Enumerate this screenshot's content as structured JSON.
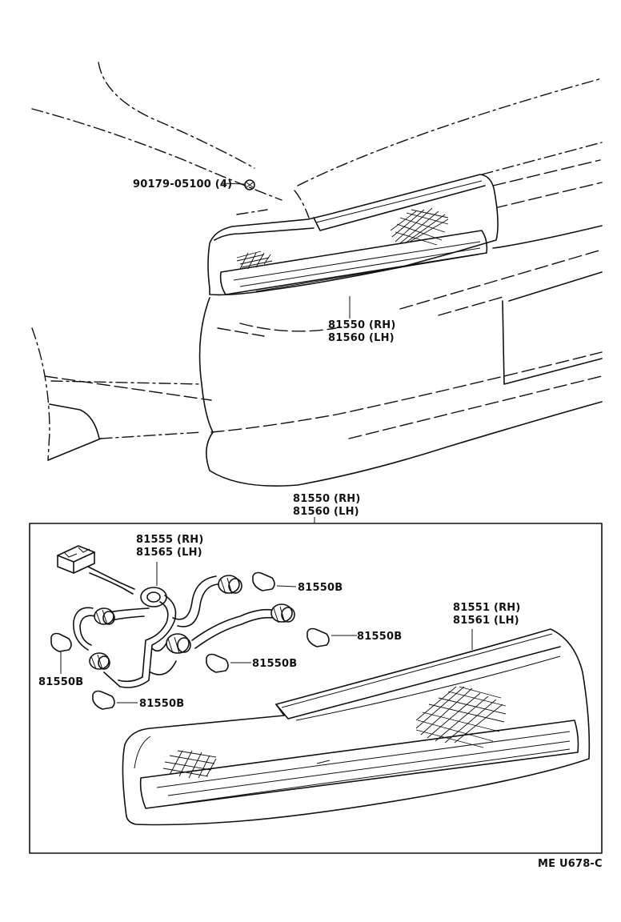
{
  "labels": {
    "screw": "90179-05100 (4)",
    "lamp_top_rh": "81550 (RH)",
    "lamp_top_lh": "81560 (LH)",
    "assy_rh": "81550 (RH)",
    "assy_lh": "81560 (LH)",
    "socket_rh": "81555 (RH)",
    "socket_lh": "81565 (LH)",
    "lens_rh": "81551 (RH)",
    "lens_lh": "81561 (LH)",
    "bulb_1": "81550B",
    "bulb_2": "81550B",
    "bulb_3": "81550B",
    "bulb_4": "81550B",
    "bulb_5": "81550B",
    "code": "ME U678-C"
  }
}
